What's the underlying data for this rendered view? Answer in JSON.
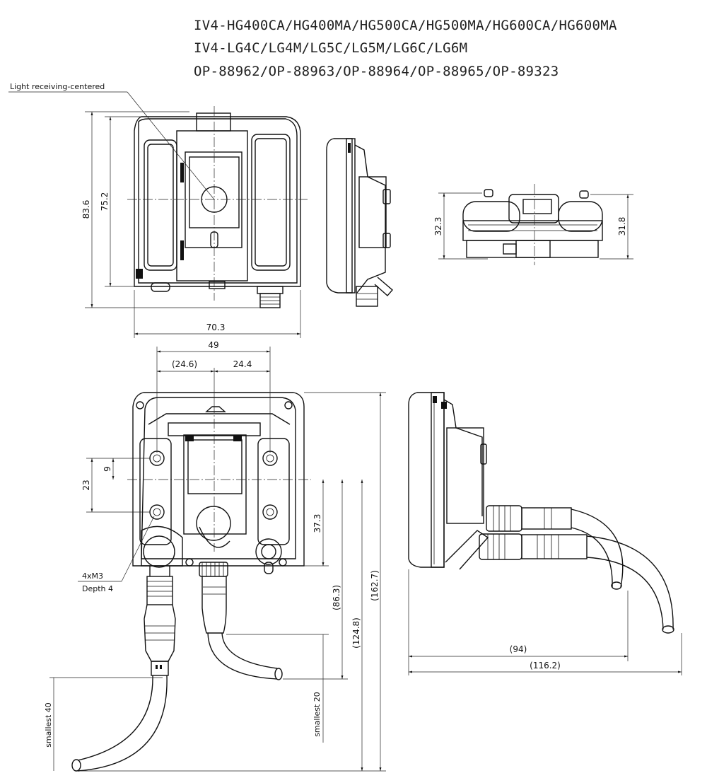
{
  "header": {
    "line1": "IV4-HG400CA/HG400MA/HG500CA/HG500MA/HG600CA/HG600MA",
    "line2": "IV4-LG4C/LG4M/LG5C/LG5M/LG6C/LG6M",
    "line3": "OP-88962/OP-88963/OP-88964/OP-88965/OP-89323"
  },
  "notes": {
    "light_receiving": "Light receiving-centered",
    "tap_size": "4xM3",
    "tap_depth": "Depth 4",
    "bend_left": "smallest 40",
    "bend_right": "smallest 20"
  },
  "dimensions": {
    "front_height_total": "83.6",
    "front_height_body": "75.2",
    "front_width": "70.3",
    "top_height_a": "32.3",
    "top_height_b": "31.8",
    "rear_width": "49",
    "rear_left_half": "(24.6)",
    "rear_right_half": "24.4",
    "rear_hole_pitch": "23",
    "rear_hole_offset": "9",
    "rear_center_to_bottom": "37.3",
    "rear_to_cable_right": "(86.3)",
    "rear_to_cable_left": "(124.8)",
    "rear_total_height": "(162.7)",
    "side_depth_a": "(94)",
    "side_depth_b": "(116.2)"
  }
}
